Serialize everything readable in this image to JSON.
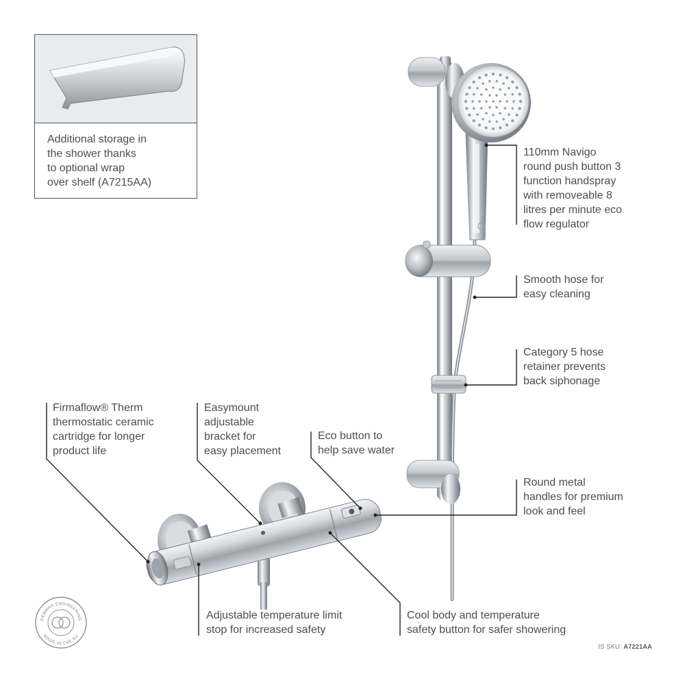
{
  "inset": {
    "caption": "Additional storage in\nthe shower thanks\nto optional wrap\nover shelf (A7215AA)"
  },
  "callouts": {
    "handspray": "110mm Navigo\nround push button 3\nfunction handspray\nwith removeable 8\nlitres per minute eco\nflow regulator",
    "hose": "Smooth hose for\neasy cleaning",
    "retainer": "Category 5 hose\nretainer prevents\nback siphonage",
    "handles": "Round metal\nhandles for premium\nlook and feel",
    "cartridge": "Firmaflow® Therm\nthermostatic ceramic\ncartridge for longer\nproduct life",
    "bracket": "Easymount\nadjustable\nbracket for\neasy placement",
    "eco": "Eco button to\nhelp save water",
    "limit_stop": "Adjustable temperature limit\nstop for increased safety",
    "cool_body": "Cool body and temperature\nsafety button for safer showering"
  },
  "badge": {
    "top_text": "GERMAN ENGINEERING",
    "bottom_text": "MADE IN THE EU"
  },
  "sku": {
    "label": "IS SKU:",
    "value": "A7221AA"
  },
  "colors": {
    "text": "#4d4d4d",
    "leader": "#222222",
    "chrome_light": "#f2f3f5",
    "chrome_mid": "#b9bdc3",
    "chrome_dark": "#6f747b"
  }
}
